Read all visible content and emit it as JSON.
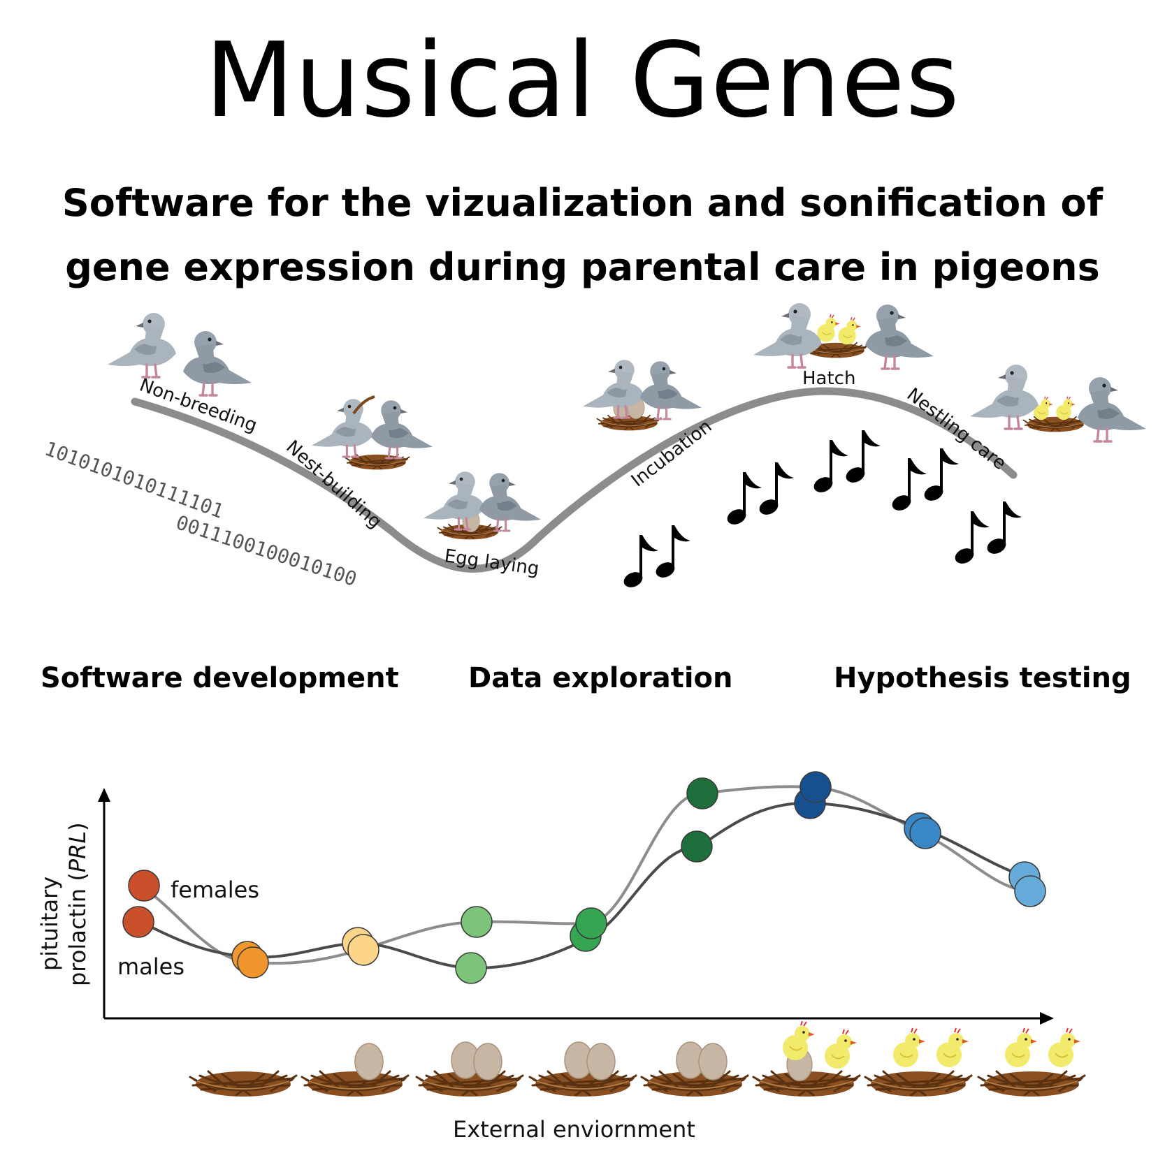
{
  "header": {
    "title": "Musical Genes",
    "subtitle_line1": "Software for the vizualization and sonification of",
    "subtitle_line2": "gene expression during parental care in pigeons"
  },
  "curve_labels": [
    "Non-breeding",
    "Nest-building",
    "Egg laying",
    "Incubation",
    "Hatch",
    "Nestling care"
  ],
  "binary": {
    "line1": "1010101010111101",
    "line2": "0011100100010100"
  },
  "stages": {
    "left": "Software development",
    "middle": "Data exploration",
    "right": "Hypothesis testing"
  },
  "plot": {
    "ylabel_line1": "pituitary",
    "ylabel_line2_prefix": "prolactin (",
    "ylabel_line2_italic": "PRL",
    "ylabel_line2_suffix": ")",
    "females_label": "females",
    "males_label": "males",
    "xlabel": "External enviornment",
    "point_colors": [
      "#c9502a",
      "#f0962c",
      "#fdd58a",
      "#7cc47a",
      "#35a552",
      "#1e6f3c",
      "#17508f",
      "#3a87c8",
      "#67abdb"
    ]
  },
  "icons": [
    "pigeon-icon",
    "nest-icon",
    "egg-icon",
    "chick-icon",
    "music-note-icon"
  ]
}
